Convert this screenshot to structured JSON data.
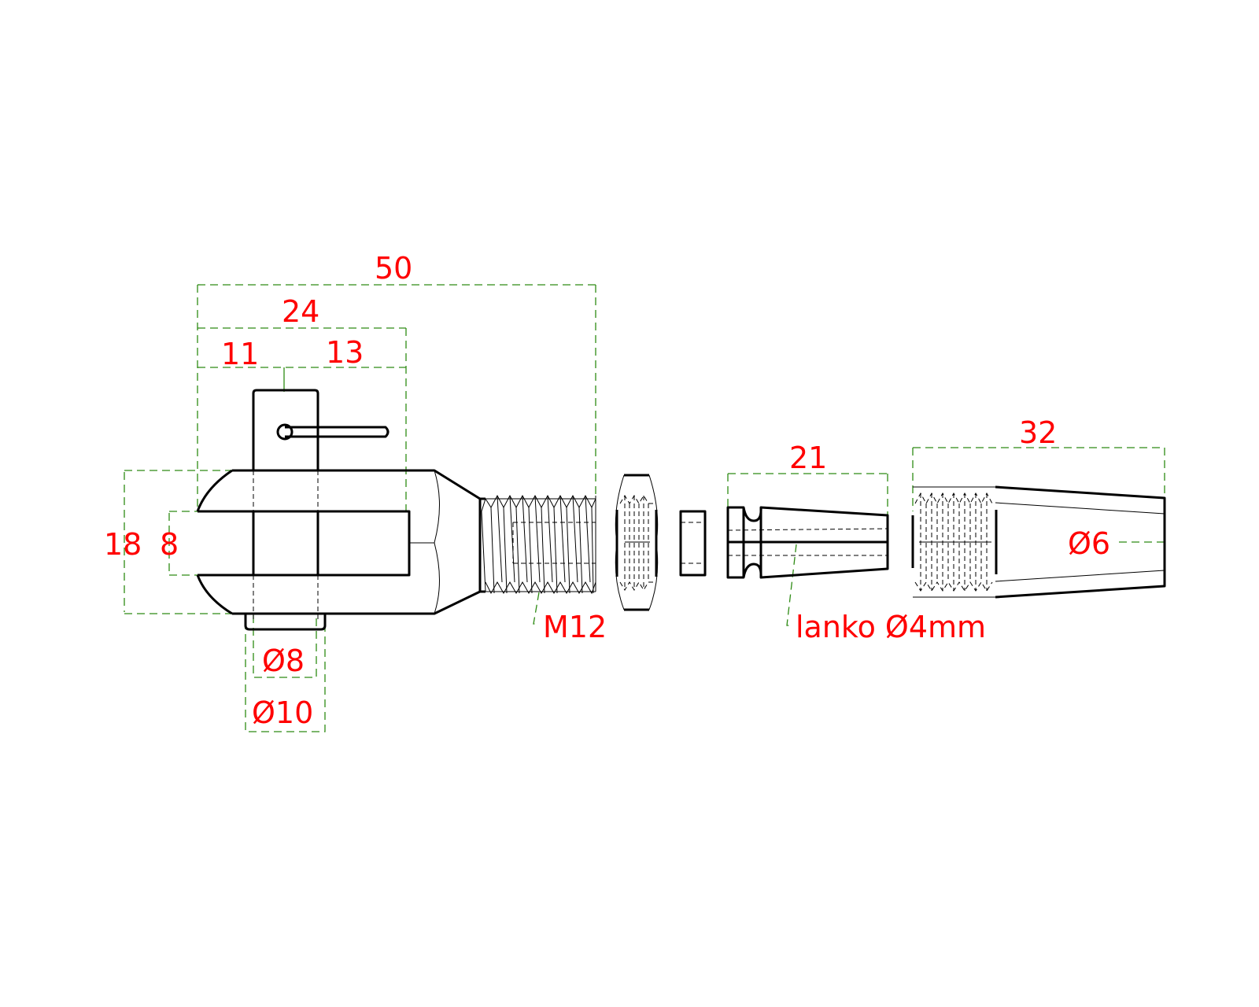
{
  "drawing": {
    "title": "Clevis fork with M12 thread, nut, ring, cone wedge and sleeve for wire rope",
    "colors": {
      "part_outline": "#000000",
      "dimension_line": "#2e8b14",
      "dimension_text": "#ff0000",
      "background": "#ffffff"
    },
    "dimensions": {
      "overall_length": "50",
      "fork_length": "24",
      "pin_offset_left": "11",
      "pin_offset_right": "13",
      "fork_height": "18",
      "slot_width": "8",
      "pin_diameter": "Ø8",
      "pin_head_diameter": "Ø10",
      "thread": "M12",
      "wedge_length": "21",
      "wire_rope": "lanko Ø4mm",
      "sleeve_length": "32",
      "sleeve_bore": "Ø6"
    },
    "parts": [
      {
        "id": "clevis-fork",
        "name": "Clevis fork"
      },
      {
        "id": "clevis-pin",
        "name": "Clevis pin with split cotter"
      },
      {
        "id": "threaded-shank",
        "name": "M12 threaded shank"
      },
      {
        "id": "hex-nut",
        "name": "Hex nut"
      },
      {
        "id": "spacer-ring",
        "name": "Spacer ring"
      },
      {
        "id": "cone-wedge",
        "name": "Split cone wedge"
      },
      {
        "id": "threaded-sleeve",
        "name": "Threaded conical sleeve"
      }
    ]
  }
}
